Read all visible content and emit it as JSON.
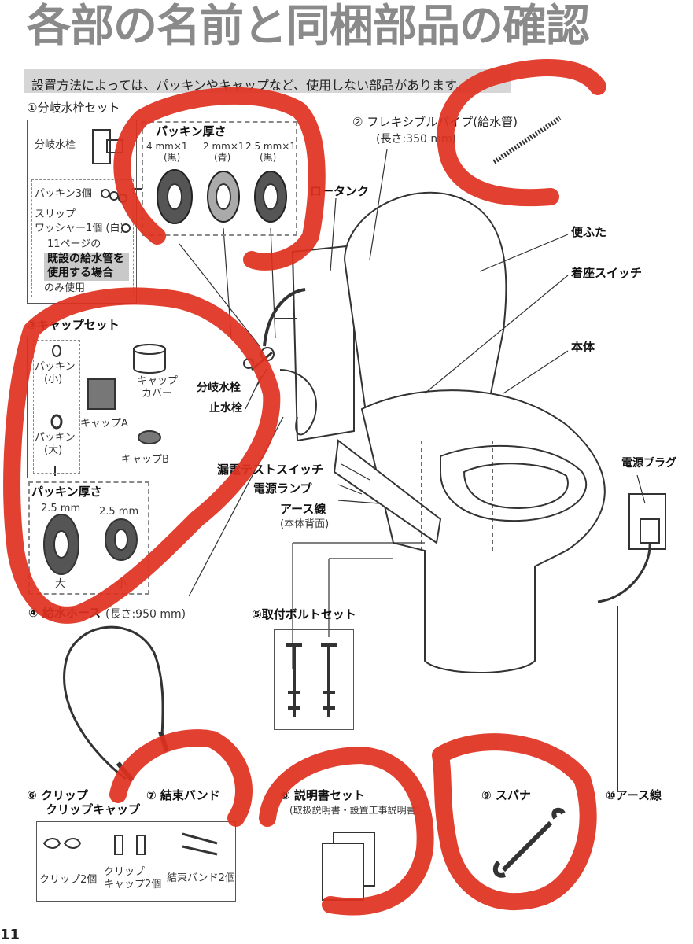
{
  "header": {
    "title": "各部の名前と同梱部品の確認",
    "notice": "設置方法によっては、パッキンやキャップなど、使用しない部品があります。"
  },
  "section1": {
    "heading": "①分岐水栓セット",
    "valve_label": "分岐水栓",
    "packing3": "パッキン3個",
    "slip_washer_line1": "スリップ",
    "slip_washer_line2": "ワッシャー1個 (白)",
    "note_line1": "11ページの",
    "note_line2": "既設の給水管を",
    "note_line3": "使用する場合",
    "note_line4": "のみ使用",
    "thickness_title": "パッキン厚さ",
    "packings": [
      {
        "size": "4 mm×1",
        "color": "(黒)"
      },
      {
        "size": "2 mm×1",
        "color": "(青)"
      },
      {
        "size": "2.5 mm×1",
        "color": "(黒)"
      }
    ]
  },
  "section2": {
    "heading": "② フレキシブルパイプ(給水管)",
    "length": "(長さ:350 mm)"
  },
  "section3": {
    "heading": "③キャップセット",
    "packing_small_1": "パッキン",
    "packing_small_2": "(小)",
    "packing_large_1": "パッキン",
    "packing_large_2": "(大)",
    "cap_cover_1": "キャップ",
    "cap_cover_2": "カバー",
    "cap_a": "キャップA",
    "cap_b": "キャップB",
    "thickness_title": "パッキン厚さ",
    "thicknesses": [
      {
        "size": "2.5 mm",
        "name": "大"
      },
      {
        "size": "2.5 mm",
        "name": "小"
      }
    ]
  },
  "section4": {
    "heading": "④ 給水ホース",
    "length": "(長さ:950 mm)"
  },
  "section5": {
    "heading": "⑤取付ボルトセット"
  },
  "section6": {
    "heading_1": "⑥ クリップ",
    "heading_2": "クリップキャップ",
    "clips": "クリップ2個",
    "clip_caps_1": "クリップ",
    "clip_caps_2": "キャップ2個",
    "bands": "結束バンド2個"
  },
  "section7": {
    "heading": "⑦ 結束バンド"
  },
  "section8": {
    "heading": "⑧ 説明書セット",
    "sub": "(取扱説明書・設置工事説明書)"
  },
  "section9": {
    "heading": "⑨ スパナ"
  },
  "section10": {
    "heading": "⑩アース線"
  },
  "callouts": {
    "low_tank": "ロータンク",
    "lid": "便ふた",
    "seat_switch": "着座スイッチ",
    "body": "本体",
    "branch_valve": "分岐水栓",
    "stop_valve": "止水栓",
    "leak_test": "漏電テストスイッチ",
    "power_lamp": "電源ランプ",
    "earth_wire": "アース線",
    "earth_wire_sub": "(本体背面)",
    "power_plug": "電源プラグ"
  },
  "page_number": "11",
  "colors": {
    "title": "#8a8a8a",
    "notice_bg": "#d6d6d6",
    "annotation_red": "#e0301e"
  }
}
